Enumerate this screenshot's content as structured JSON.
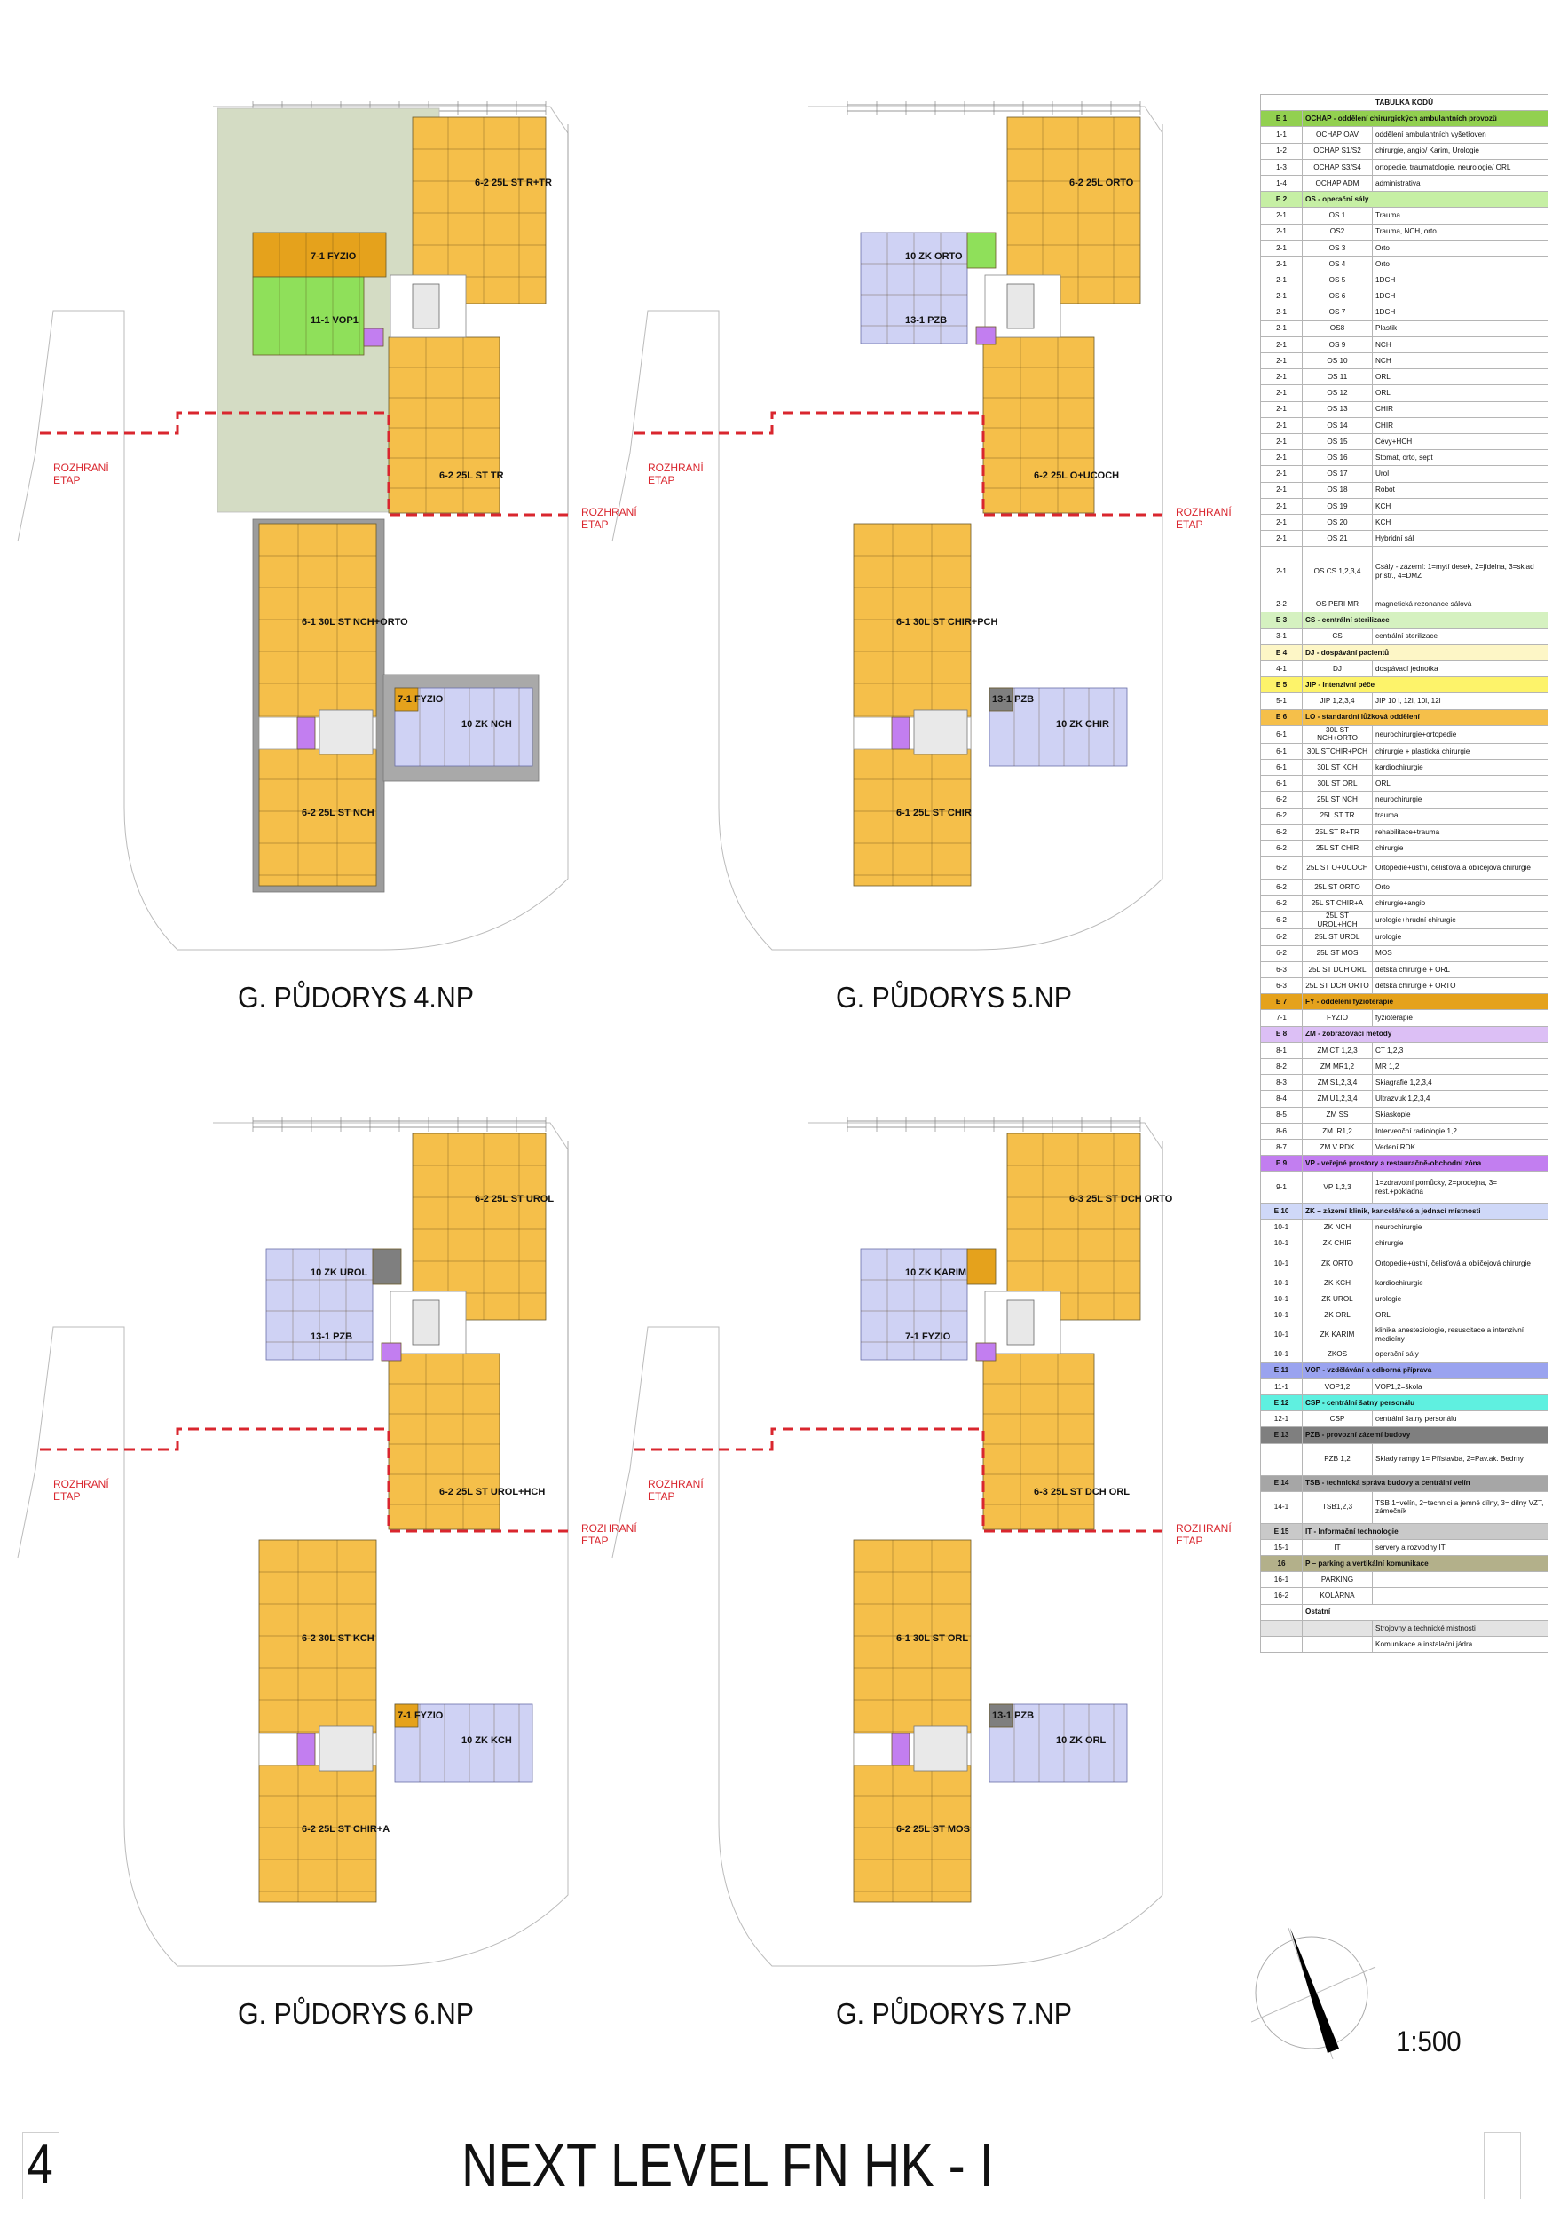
{
  "document": {
    "page_number": "4",
    "title": "NEXT LEVEL FN HK - I",
    "scale": "1:500",
    "north_arrow": "north-arrow-icon"
  },
  "colors": {
    "standard_ward": "#f5bf4a",
    "physio": "#e5a21c",
    "clinic_offices": "#cfd2f4",
    "education": "#8fe05a",
    "public": "#c27ef0",
    "building_ops": "#7f7f7f",
    "garden": "#d4dcc4",
    "phase_boundary": "#d9262e"
  },
  "plans": [
    {
      "title": "G. PŮDORYS 4.NP",
      "boundary_label": [
        "ROZHRANÍ",
        "ETAP"
      ],
      "zones": [
        {
          "label": "6-2 25L ST R+TR"
        },
        {
          "label": "7-1 FYZIO"
        },
        {
          "label": "11-1 VOP1"
        },
        {
          "label": "6-2 25L ST TR"
        },
        {
          "label": "6-1 30L ST NCH+ORTO"
        },
        {
          "label": "7-1 FYZIO"
        },
        {
          "label": "10 ZK NCH"
        },
        {
          "label": "6-2 25L ST NCH"
        }
      ]
    },
    {
      "title": "G. PŮDORYS 5.NP",
      "boundary_label": [
        "ROZHRANÍ",
        "ETAP"
      ],
      "zones": [
        {
          "label": "6-2 25L ORTO"
        },
        {
          "label": "10 ZK ORTO"
        },
        {
          "label": "13-1 PZB"
        },
        {
          "label": "6-2 25L O+UCOCH"
        },
        {
          "label": "6-1 30L ST CHIR+PCH"
        },
        {
          "label": "13-1 PZB"
        },
        {
          "label": "10 ZK CHIR"
        },
        {
          "label": "6-1 25L ST CHIR"
        }
      ]
    },
    {
      "title": "G. PŮDORYS 6.NP",
      "boundary_label": [
        "ROZHRANÍ",
        "ETAP"
      ],
      "zones": [
        {
          "label": "6-2 25L ST UROL"
        },
        {
          "label": "10 ZK UROL"
        },
        {
          "label": "13-1 PZB"
        },
        {
          "label": "6-2 25L ST UROL+HCH"
        },
        {
          "label": "6-2 30L ST KCH"
        },
        {
          "label": "7-1 FYZIO"
        },
        {
          "label": "10 ZK KCH"
        },
        {
          "label": "6-2 25L ST CHIR+A"
        }
      ]
    },
    {
      "title": "G. PŮDORYS 7.NP",
      "boundary_label": [
        "ROZHRANÍ",
        "ETAP"
      ],
      "zones": [
        {
          "label": "6-3 25L ST DCH ORTO"
        },
        {
          "label": "10 ZK KARIM"
        },
        {
          "label": "7-1 FYZIO"
        },
        {
          "label": "6-3 25L ST DCH ORL"
        },
        {
          "label": "6-1 30L ST ORL"
        },
        {
          "label": "13-1 PZB"
        },
        {
          "label": "10 ZK ORL"
        },
        {
          "label": "6-2 25L ST MOS"
        }
      ]
    }
  ],
  "legend": {
    "title": "TABULKA KODŮ",
    "rows": [
      {
        "type": "head",
        "code": "E 1",
        "name": "OCHAP - oddělení chirurgických ambulantních provozů",
        "color": "#92d050"
      },
      {
        "code": "1-1",
        "abbr": "OCHAP OAV",
        "desc": "oddělení ambulantních vyšetřoven"
      },
      {
        "code": "1-2",
        "abbr": "OCHAP S1/S2",
        "desc": "chirurgie, angio/ Karim, Urologie"
      },
      {
        "code": "1-3",
        "abbr": "OCHAP S3/S4",
        "desc": "ortopedie, traumatologie, neurologie/ ORL"
      },
      {
        "code": "1-4",
        "abbr": "OCHAP ADM",
        "desc": "administrativa"
      },
      {
        "type": "head",
        "code": "E 2",
        "name": "OS - operační sály",
        "color": "#c6efa4"
      },
      {
        "code": "2-1",
        "abbr": "OS 1",
        "desc": "Trauma"
      },
      {
        "code": "2-1",
        "abbr": "OS2",
        "desc": "Trauma, NCH, orto"
      },
      {
        "code": "2-1",
        "abbr": "OS 3",
        "desc": "Orto"
      },
      {
        "code": "2-1",
        "abbr": "OS 4",
        "desc": "Orto"
      },
      {
        "code": "2-1",
        "abbr": "OS 5",
        "desc": "1DCH"
      },
      {
        "code": "2-1",
        "abbr": "OS 6",
        "desc": "1DCH"
      },
      {
        "code": "2-1",
        "abbr": "OS 7",
        "desc": "1DCH"
      },
      {
        "code": "2-1",
        "abbr": "OS8",
        "desc": "Plastik"
      },
      {
        "code": "2-1",
        "abbr": "OS 9",
        "desc": "NCH"
      },
      {
        "code": "2-1",
        "abbr": "OS 10",
        "desc": "NCH"
      },
      {
        "code": "2-1",
        "abbr": "OS 11",
        "desc": "ORL"
      },
      {
        "code": "2-1",
        "abbr": "OS 12",
        "desc": "ORL"
      },
      {
        "code": "2-1",
        "abbr": "OS 13",
        "desc": "CHIR"
      },
      {
        "code": "2-1",
        "abbr": "OS 14",
        "desc": "CHIR"
      },
      {
        "code": "2-1",
        "abbr": "OS 15",
        "desc": "Cévy+HCH"
      },
      {
        "code": "2-1",
        "abbr": "OS 16",
        "desc": "Stomat, orto, sept"
      },
      {
        "code": "2-1",
        "abbr": "OS 17",
        "desc": "Urol"
      },
      {
        "code": "2-1",
        "abbr": "OS 18",
        "desc": "Robot"
      },
      {
        "code": "2-1",
        "abbr": "OS 19",
        "desc": "KCH"
      },
      {
        "code": "2-1",
        "abbr": "OS 20",
        "desc": "KCH"
      },
      {
        "code": "2-1",
        "abbr": "OS 21",
        "desc": "Hybridní sál"
      },
      {
        "code": "2-1",
        "abbr": "OS CS 1,2,3,4",
        "desc": "Csály - zázemí: 1=mytí desek, 2=jídelna, 3=sklad přístr., 4=DMZ",
        "lines": 5
      },
      {
        "code": "2-2",
        "abbr": "OS PERI MR",
        "desc": "magnetická rezonance sálová"
      },
      {
        "type": "head",
        "code": "E 3",
        "name": "CS - centrální sterilizace",
        "color": "#d5f1c0"
      },
      {
        "code": "3-1",
        "abbr": "CS",
        "desc": "centrální sterilizace"
      },
      {
        "type": "head",
        "code": "E 4",
        "name": "DJ - dospávání pacientů",
        "color": "#fdf6c6"
      },
      {
        "code": "4-1",
        "abbr": "DJ",
        "desc": "dospávací jednotka"
      },
      {
        "type": "head",
        "code": "E 5",
        "name": "JIP - Intenzivní péče",
        "color": "#fdf36a"
      },
      {
        "code": "5-1",
        "abbr": "JIP 1,2,3,4",
        "desc": "JIP 10 l, 12l, 10l, 12l"
      },
      {
        "type": "head",
        "code": "E 6",
        "name": "LO - standardní lůžková oddělení",
        "color": "#f5bf4a"
      },
      {
        "code": "6-1",
        "abbr": "30L ST NCH+ORTO",
        "desc": "neurochirurgie+ortopedie"
      },
      {
        "code": "6-1",
        "abbr": "30L STCHIR+PCH",
        "desc": "chirurgie + plastická chirurgie"
      },
      {
        "code": "6-1",
        "abbr": "30L ST KCH",
        "desc": "kardiochirurgie"
      },
      {
        "code": "6-1",
        "abbr": "30L ST ORL",
        "desc": "ORL"
      },
      {
        "code": "6-2",
        "abbr": "25L ST NCH",
        "desc": "neurochirurgie"
      },
      {
        "code": "6-2",
        "abbr": "25L ST TR",
        "desc": "trauma"
      },
      {
        "code": "6-2",
        "abbr": "25L ST R+TR",
        "desc": "rehabilitace+trauma"
      },
      {
        "code": "6-2",
        "abbr": "25L ST CHIR",
        "desc": "chirurgie"
      },
      {
        "code": "6-2",
        "abbr": "25L ST O+UCOCH",
        "desc": "Ortopedie+ústní, čelisťová a obličejová chirurgie",
        "lines": 2
      },
      {
        "code": "6-2",
        "abbr": "25L ST ORTO",
        "desc": "Orto"
      },
      {
        "code": "6-2",
        "abbr": "25L ST CHIR+A",
        "desc": "chirurgie+angio"
      },
      {
        "code": "6-2",
        "abbr": "25L ST UROL+HCH",
        "desc": "urologie+hrudní chirurgie"
      },
      {
        "code": "6-2",
        "abbr": "25L ST UROL",
        "desc": "urologie"
      },
      {
        "code": "6-2",
        "abbr": "25L ST MOS",
        "desc": "MOS"
      },
      {
        "code": "6-3",
        "abbr": "25L ST DCH ORL",
        "desc": "dětská chirurgie + ORL"
      },
      {
        "code": "6-3",
        "abbr": "25L ST DCH ORTO",
        "desc": "dětská chirurgie + ORTO"
      },
      {
        "type": "head",
        "code": "E 7",
        "name": "FY - oddělení fyzioterapie",
        "color": "#e5a21c"
      },
      {
        "code": "7-1",
        "abbr": "FYZIO",
        "desc": "fyzioterapie"
      },
      {
        "type": "head",
        "code": "E 8",
        "name": "ZM - zobrazovací metody",
        "color": "#dcbff5"
      },
      {
        "code": "8-1",
        "abbr": "ZM CT 1,2,3",
        "desc": "CT 1,2,3"
      },
      {
        "code": "8-2",
        "abbr": "ZM MR1,2",
        "desc": "MR 1,2"
      },
      {
        "code": "8-3",
        "abbr": "ZM S1,2,3,4",
        "desc": "Skiagrafie 1,2,3,4"
      },
      {
        "code": "8-4",
        "abbr": "ZM U1,2,3,4",
        "desc": "Ultrazvuk 1,2,3,4"
      },
      {
        "code": "8-5",
        "abbr": "ZM SS",
        "desc": "Skiaskopie"
      },
      {
        "code": "8-6",
        "abbr": "ZM IR1,2",
        "desc": "Intervenční radiologie 1,2"
      },
      {
        "code": "8-7",
        "abbr": "ZM V RDK",
        "desc": "Vedení RDK"
      },
      {
        "type": "head",
        "code": "E 9",
        "name": "VP - veřejné prostory a restauračně-obchodní zóna",
        "color": "#c27ef0"
      },
      {
        "code": "9-1",
        "abbr": "VP 1,2,3",
        "desc": "1=zdravotní pomůcky, 2=prodejna, 3= rest.+pokladna",
        "lines": 3
      },
      {
        "type": "head",
        "code": "E 10",
        "name": "ZK – zázemí klinik, kancelářské a jednací místnosti",
        "color": "#cfd8f8"
      },
      {
        "code": "10-1",
        "abbr": "ZK NCH",
        "desc": "neurochirurgie"
      },
      {
        "code": "10-1",
        "abbr": "ZK CHIR",
        "desc": "chirurgie"
      },
      {
        "code": "10-1",
        "abbr": "ZK ORTO",
        "desc": "Ortopedie+ústní, čelisťová a obličejová chirurgie",
        "lines": 2
      },
      {
        "code": "10-1",
        "abbr": "ZK KCH",
        "desc": "kardiochirurgie"
      },
      {
        "code": "10-1",
        "abbr": "ZK UROL",
        "desc": "urologie"
      },
      {
        "code": "10-1",
        "abbr": "ZK ORL",
        "desc": "ORL"
      },
      {
        "code": "10-1",
        "abbr": "ZK KARIM",
        "desc": "klinika anesteziologie, resuscitace a intenzivní medicíny",
        "lines": 2
      },
      {
        "code": "10-1",
        "abbr": "ZKOS",
        "desc": "operační sály"
      },
      {
        "type": "head",
        "code": "E 11",
        "name": "VOP - vzdělávání a odborná příprava",
        "color": "#9aa3ef"
      },
      {
        "code": "11-1",
        "abbr": "VOP1,2",
        "desc": "VOP1,2=škola"
      },
      {
        "type": "head",
        "code": "E 12",
        "name": "CSP - centrální šatny personálu",
        "color": "#5ff0e0"
      },
      {
        "code": "12-1",
        "abbr": "CSP",
        "desc": "centrální šatny personálu"
      },
      {
        "type": "head",
        "code": "E 13",
        "name": "PZB - provozní zázemí budovy",
        "color": "#7f7f7f"
      },
      {
        "code": "",
        "abbr": "PZB 1,2",
        "desc": "Sklady rampy 1= Přístavba, 2=Pav.ak. Bedrny",
        "lines": 3
      },
      {
        "type": "head",
        "code": "E 14",
        "name": "TSB - technická správa budovy a centrální velín",
        "color": "#a6a6a6"
      },
      {
        "code": "14-1",
        "abbr": "TSB1,2,3",
        "desc": "TSB 1=velín, 2=technici a jemné dílny, 3= dílny VZT, zámečník",
        "lines": 3
      },
      {
        "type": "head",
        "code": "E 15",
        "name": "IT - Informační technologie",
        "color": "#c9c9c9"
      },
      {
        "code": "15-1",
        "abbr": "IT",
        "desc": "servery a rozvodny IT"
      },
      {
        "type": "head",
        "code": "16",
        "name": "P – parking a vertikální komunikace",
        "color": "#b3b08a"
      },
      {
        "code": "16-1",
        "abbr": "PARKING",
        "desc": ""
      },
      {
        "code": "16-2",
        "abbr": "KOLÁRNA",
        "desc": ""
      },
      {
        "type": "head",
        "code": "",
        "name": "Ostatní",
        "color": "#ffffff"
      },
      {
        "code": "",
        "abbr": "",
        "desc": "Strojovny a technické místnosti",
        "color": "#e3e3e3"
      },
      {
        "code": "",
        "abbr": "",
        "desc": "Komunikace a instalační jádra",
        "color": "#ffffff"
      }
    ]
  }
}
